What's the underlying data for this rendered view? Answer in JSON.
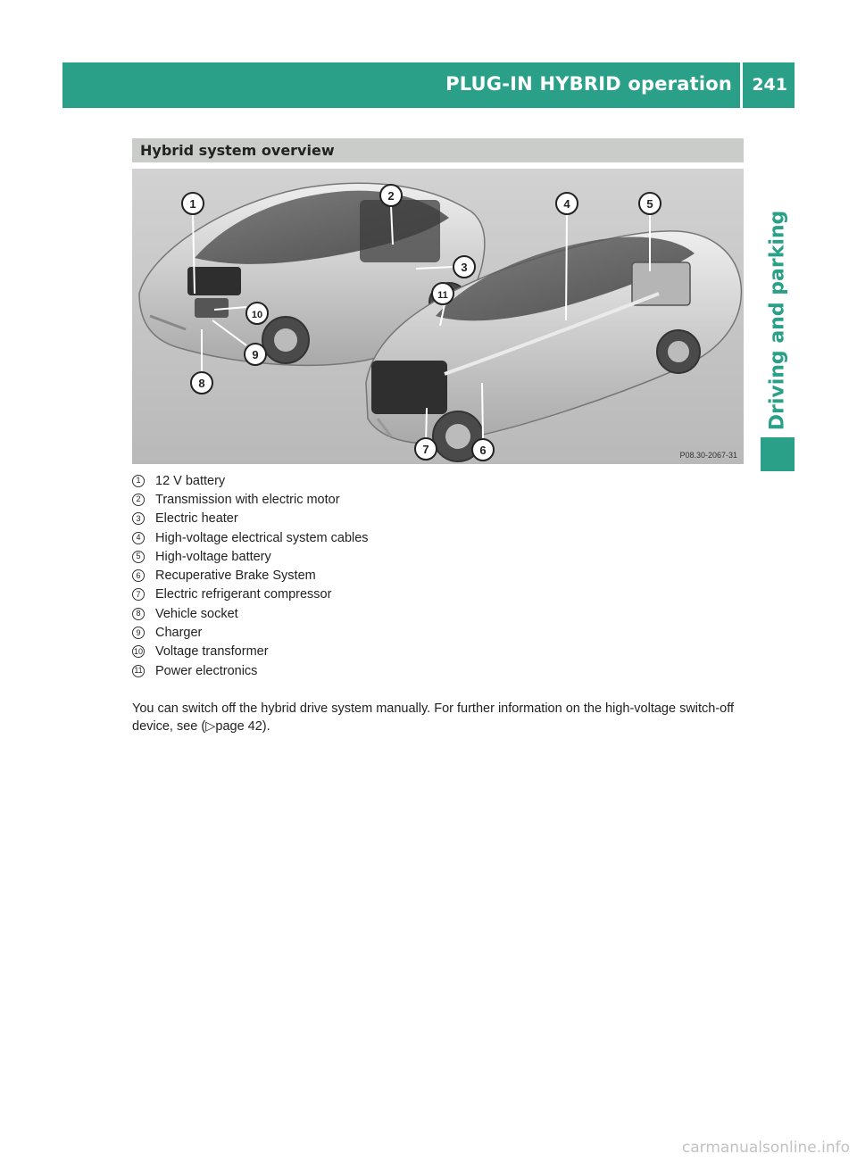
{
  "header": {
    "title": "PLUG-IN HYBRID operation",
    "page_number": "241"
  },
  "side_tab": {
    "label": "Driving and parking"
  },
  "section": {
    "title": "Hybrid system overview"
  },
  "figure": {
    "code": "P08.30-2067-31",
    "callouts": [
      "1",
      "2",
      "3",
      "4",
      "5",
      "6",
      "7",
      "8",
      "9",
      "10",
      "11"
    ]
  },
  "legend": [
    {
      "num": "1",
      "text": "12 V battery"
    },
    {
      "num": "2",
      "text": "Transmission with electric motor"
    },
    {
      "num": "3",
      "text": "Electric heater"
    },
    {
      "num": "4",
      "text": "High-voltage electrical system cables"
    },
    {
      "num": "5",
      "text": "High-voltage battery"
    },
    {
      "num": "6",
      "text": "Recuperative Brake System"
    },
    {
      "num": "7",
      "text": "Electric refrigerant compressor"
    },
    {
      "num": "8",
      "text": "Vehicle socket"
    },
    {
      "num": "9",
      "text": "Charger"
    },
    {
      "num": "10",
      "text": "Voltage transformer"
    },
    {
      "num": "11",
      "text": "Power electronics"
    }
  ],
  "paragraph": {
    "text_before": "You can switch off the hybrid drive system manually. For further information on the high-voltage switch-off device, see (",
    "arrow": "▷",
    "link": "page 42",
    "text_after": ")."
  },
  "watermark": "carmanualsonline.info"
}
